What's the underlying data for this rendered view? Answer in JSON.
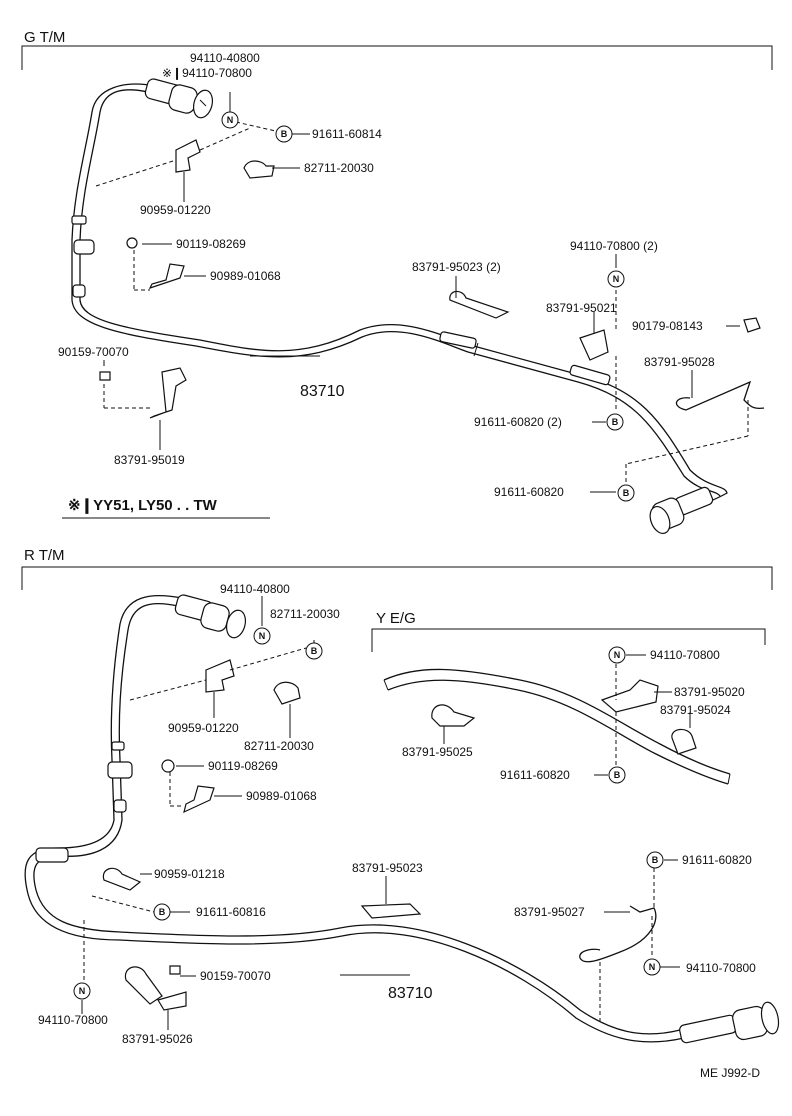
{
  "sections": {
    "gtm": "G  T/M",
    "rtm": "R  T/M",
    "yeg": "Y  E/G"
  },
  "note": "※❙YY51, LY50 . . TW",
  "page_id": "ME  J992-D",
  "symbols": {
    "nut": "N",
    "bolt": "B"
  },
  "labels": {
    "g1": "94110-40800",
    "g2": "※❙94110-70800",
    "g3": "91611-60814",
    "g4": "82711-20030",
    "g5": "90959-01220",
    "g6": "90119-08269",
    "g7": "90989-01068",
    "g8": "90159-70070",
    "g9": "83710",
    "g10": "83791-95019",
    "g11": "94110-70800 (2)",
    "g12": "83791-95023 (2)",
    "g13": "83791-95021",
    "g14": "90179-08143",
    "g15": "83791-95028",
    "g16": "91611-60820 (2)",
    "g17": "91611-60820",
    "r1": "94110-40800",
    "r2": "82711-20030",
    "r3": "90959-01220",
    "r4": "82711-20030",
    "r5": "90119-08269",
    "r6": "90989-01068",
    "r7": "90959-01218",
    "r8": "91611-60816",
    "r9": "90159-70070",
    "r10": "94110-70800",
    "r11": "83791-95026",
    "r12": "83791-95023",
    "r13": "83710",
    "r14": "83791-95027",
    "r15": "91611-60820",
    "r16": "94110-70800",
    "y1": "94110-70800",
    "y2": "83791-95020",
    "y3": "83791-95024",
    "y4": "83791-95025",
    "y5": "91611-60820"
  }
}
